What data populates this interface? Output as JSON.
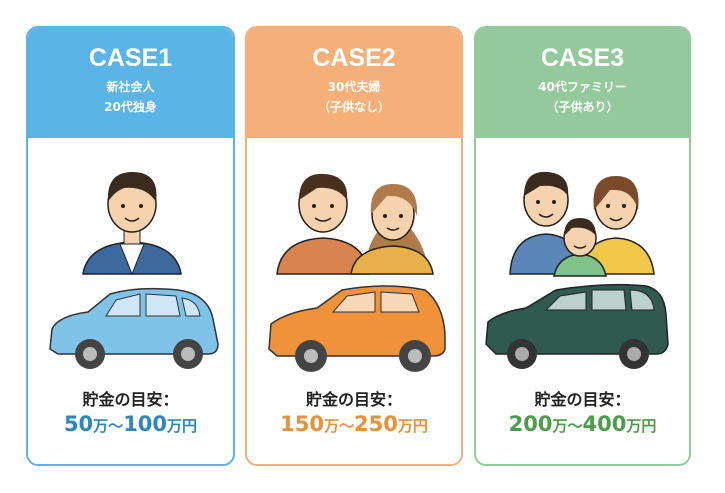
{
  "cases": [
    {
      "title": "CASE1",
      "line1": "新社会人",
      "line2": "20代独身",
      "savings_label": "貯金の目安：",
      "min": "50",
      "sep": "万～",
      "max": "100",
      "unit": "万円",
      "car": "compact-car"
    },
    {
      "title": "CASE2",
      "line1": "30代夫婦",
      "line2": "（子供なし）",
      "savings_label": "貯金の目安：",
      "min": "150",
      "sep": "万～",
      "max": "250",
      "unit": "万円",
      "car": "suv"
    },
    {
      "title": "CASE3",
      "line1": "40代ファミリー",
      "line2": "（子供あり）",
      "savings_label": "貯金の目安：",
      "min": "200",
      "sep": "万～",
      "max": "400",
      "unit": "万円",
      "car": "minivan"
    }
  ],
  "colors": {
    "case1": "#5ab4e5",
    "case2": "#f5b07a",
    "case3": "#93c99b",
    "amount1": "#2e86c1",
    "amount2": "#e8913a",
    "amount3": "#4a9e4a"
  }
}
